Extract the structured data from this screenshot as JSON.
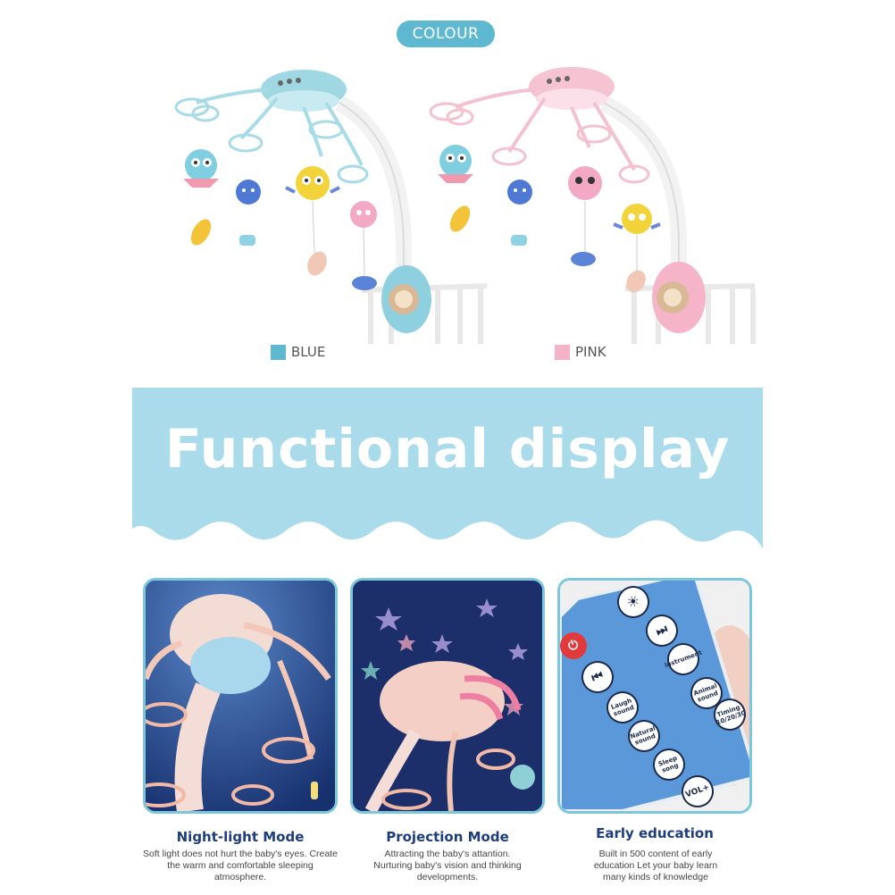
{
  "colour_label": "COLOUR",
  "variants": [
    {
      "label": "BLUE",
      "color": "#5eb9d0"
    },
    {
      "label": "PINK",
      "color": "#f5b3c8"
    }
  ],
  "banner": {
    "title": "Functional display",
    "color": "#a9dbeb"
  },
  "features": [
    {
      "title": "Night-light Mode",
      "description": "Soft light does not hurt the baby's eyes. Create the warm and comfortable sleeping atmosphere."
    },
    {
      "title": "Projection Mode",
      "description": "Attracting the baby's attantion. Nurturing baby's vision and thinking developments."
    },
    {
      "title": "Early education",
      "description": "Built in 500 content of early education Let your baby learn many kinds of knowledge"
    }
  ],
  "remote_buttons": {
    "light": "☀",
    "next": "⏭",
    "power": "⏻",
    "prev": "⏮",
    "instrument": "instrument",
    "animal": "Animal sound",
    "laugh": "Laugh sound",
    "timing": "Timing 10/20/30",
    "natural": "Natural sound",
    "sleep": "Sleep song",
    "vol": "VOL+"
  }
}
